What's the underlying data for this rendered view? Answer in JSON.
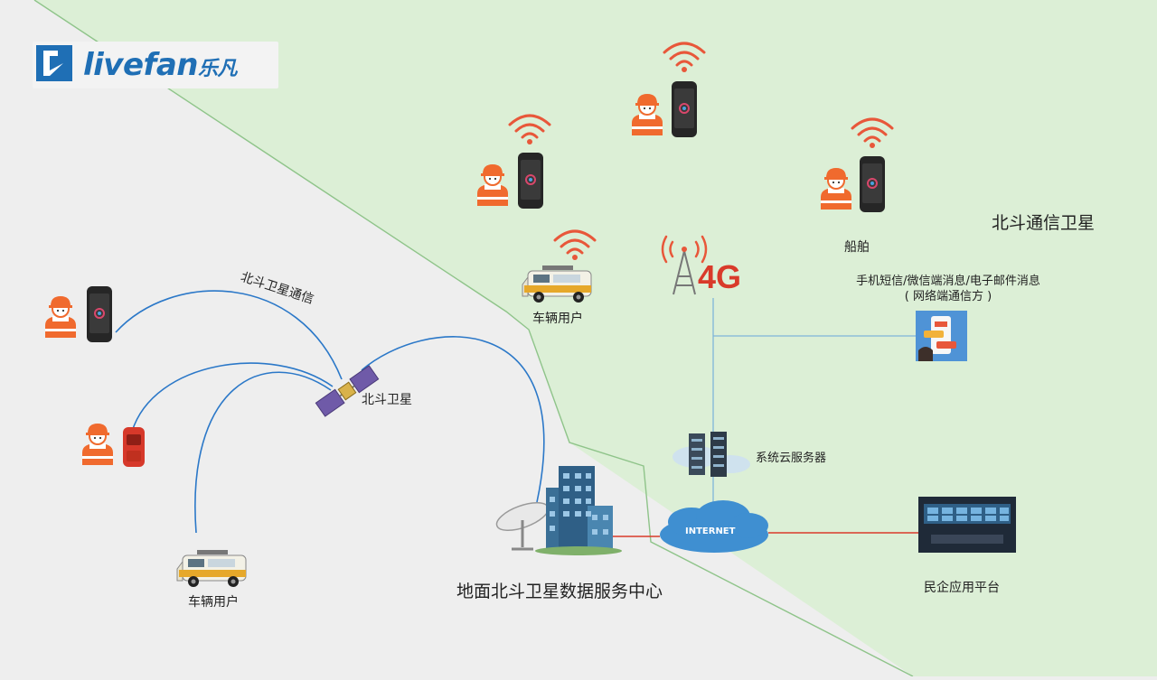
{
  "logo": {
    "word": "livefan",
    "cn": "乐凡"
  },
  "labels": {
    "beidou_comm_satellite": "北斗通信卫星",
    "beidou_sat_comm": "北斗卫星通信",
    "beidou_satellite": "北斗卫星",
    "vehicle_user_top": "车辆用户",
    "vehicle_user_bottom": "车辆用户",
    "ship": "船舶",
    "messages_line1": "手机短信/微信端消息/电子邮件消息",
    "messages_line2": "( 网络端通信方 )",
    "cloud_server": "系统云服务器",
    "ground_center": "地面北斗卫星数据服务中心",
    "internet": "INTERNET",
    "civil_platform": "民企应用平台",
    "tower_4g": "4G"
  },
  "colors": {
    "green_zone": "#dcefd6",
    "gray_zone": "#eeeeee",
    "border": "#8fc48a",
    "link_blue": "#2b78c8",
    "link_red": "#d93a2a",
    "link_lightblue": "#7fb5d9",
    "worker_orange": "#f06a2e",
    "wifi_orange": "#e8573a",
    "brand_blue": "#1f6fb5"
  }
}
